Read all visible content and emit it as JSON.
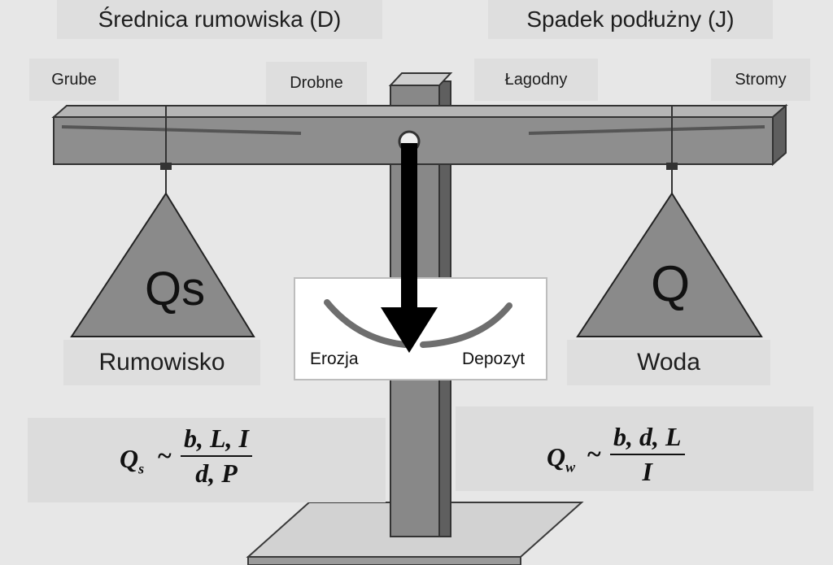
{
  "headers": {
    "diameter": "Średnica rumowiska (D)",
    "slope": "Spadek podłużny (J)"
  },
  "scale_labels": {
    "coarse": "Grube",
    "fine": "Drobne",
    "gentle": "Łagodny",
    "steep": "Stromy"
  },
  "pans": {
    "left_symbol": "Qs",
    "left_label": "Rumowisko",
    "right_symbol": "Q",
    "right_label": "Woda"
  },
  "gauge": {
    "left": "Erozja",
    "right": "Depozyt"
  },
  "formulas": {
    "sediment": {
      "lhs": "Q",
      "sub": "s",
      "rel": "~",
      "numerator": "b, L, I",
      "denominator": "d, P"
    },
    "water": {
      "lhs": "Q",
      "sub": "w",
      "rel": "~",
      "numerator": "b, d, L",
      "denominator": "I"
    }
  },
  "colors": {
    "background": "#e7e7e7",
    "label_bg": "#dedede",
    "beam": "#8c8c8c",
    "pan": "#8a8a8a",
    "stand": "#7f7f7f",
    "arrow": "#000000"
  }
}
